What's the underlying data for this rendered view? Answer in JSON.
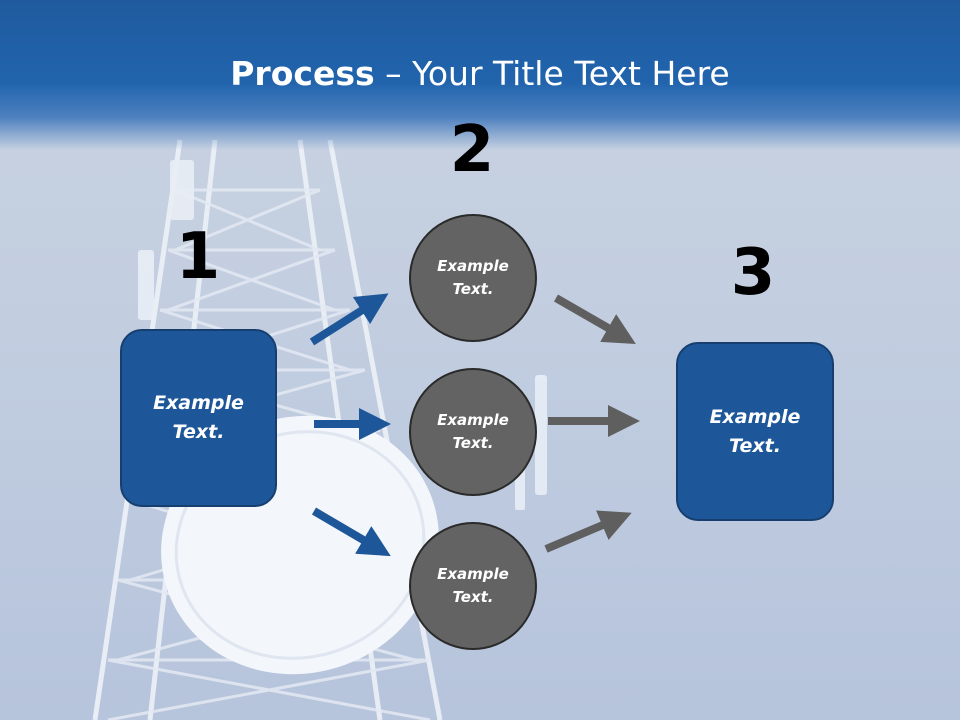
{
  "title": {
    "bold": "Process",
    "rest": " – Your Title Text Here"
  },
  "steps": {
    "one": "1",
    "two": "2",
    "three": "3"
  },
  "left_box": {
    "text": "Example\nText."
  },
  "circles": [
    {
      "text": "Example\nText."
    },
    {
      "text": "Example\nText."
    },
    {
      "text": "Example\nText."
    }
  ],
  "right_box": {
    "text": "Example\nText."
  },
  "colors": {
    "header": "#2164ad",
    "box_fill": "#1e5799",
    "circle_fill": "#636363",
    "blue_arrow": "#1e5799",
    "gray_arrow": "#5f5f5f"
  }
}
